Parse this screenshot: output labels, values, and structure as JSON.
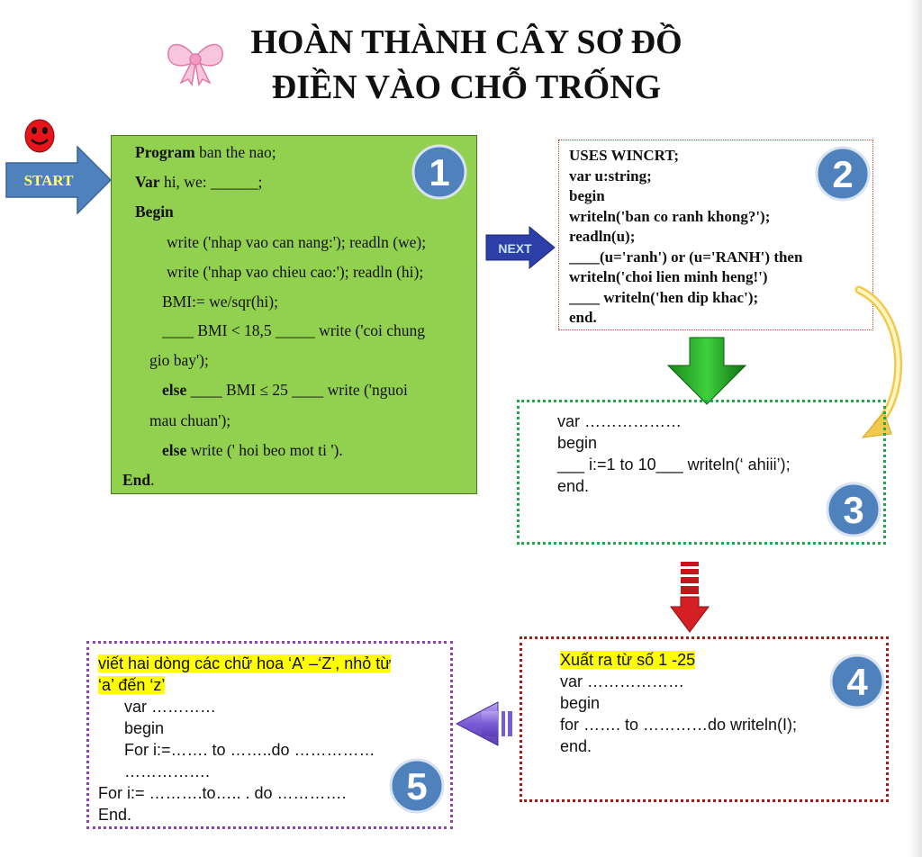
{
  "title": {
    "line1": "HOÀN THÀNH CÂY SƠ ĐỒ",
    "line2": "ĐIỀN VÀO CHỖ TRỐNG"
  },
  "start_label": "START",
  "next_label": "NEXT",
  "box1": {
    "number": "1",
    "l1_kw": "Program",
    "l1_rest": " ban the nao;",
    "l2_kw": "Var",
    "l2_rest": " hi, we: ______;",
    "l3_kw": "Begin",
    "l4": "write ('nhap vao can nang:'); readln (we);",
    "l5": "write ('nhap vao chieu cao:'); readln (hi);",
    "l6": "BMI:= we/sqr(hi);",
    "l7": "____ BMI < 18,5 _____ write ('coi chung",
    "l8": "gio bay');",
    "l9_kw": "else",
    "l9_rest": " ____ BMI ≤ 25 ____ write ('nguoi",
    "l10": "mau chuan');",
    "l11_kw": "else",
    "l11_rest": "  write (' hoi beo mot ti ').",
    "l12_kw": "End",
    "l12_rest": "."
  },
  "box2": {
    "number": "2",
    "lines": [
      "USES WINCRT;",
      "var u:string;",
      "begin",
      " writeln('ban co ranh khong?');",
      " readln(u);",
      "____(u='ranh') or (u='RANH') then",
      "writeln('choi lien minh heng!')",
      "____ writeln('hen dip khac');",
      "end."
    ]
  },
  "box3": {
    "number": "3",
    "lines": [
      "var ………………",
      "begin",
      "___ i:=1 to  10___ writeln(‘ ahiii’);",
      "end."
    ]
  },
  "box4": {
    "number": "4",
    "heading": "Xuất ra từ số 1 -25",
    "lines": [
      "var ………………",
      "begin",
      "for ……. to …………do writeln(I);",
      "end."
    ]
  },
  "box5": {
    "number": "5",
    "heading1": "viết hai dòng các chữ hoa ‘A’ –‘Z’, nhỏ từ",
    "heading2": "‘a’ đến ‘z’",
    "l1": "var …………",
    "l2": "begin",
    "l3": "For i:=……. to ……..do ……………",
    "l4": "…………….",
    "l5": "For i:= ……….to….. . do ………….",
    "l6": "End."
  },
  "colors": {
    "box1_bg": "#92d050",
    "badge": "#4f81bd",
    "box3_border": "#1fa84a",
    "box4_border": "#a01c1c",
    "box5_border": "#8e44ad",
    "highlight": "#ffff00"
  }
}
